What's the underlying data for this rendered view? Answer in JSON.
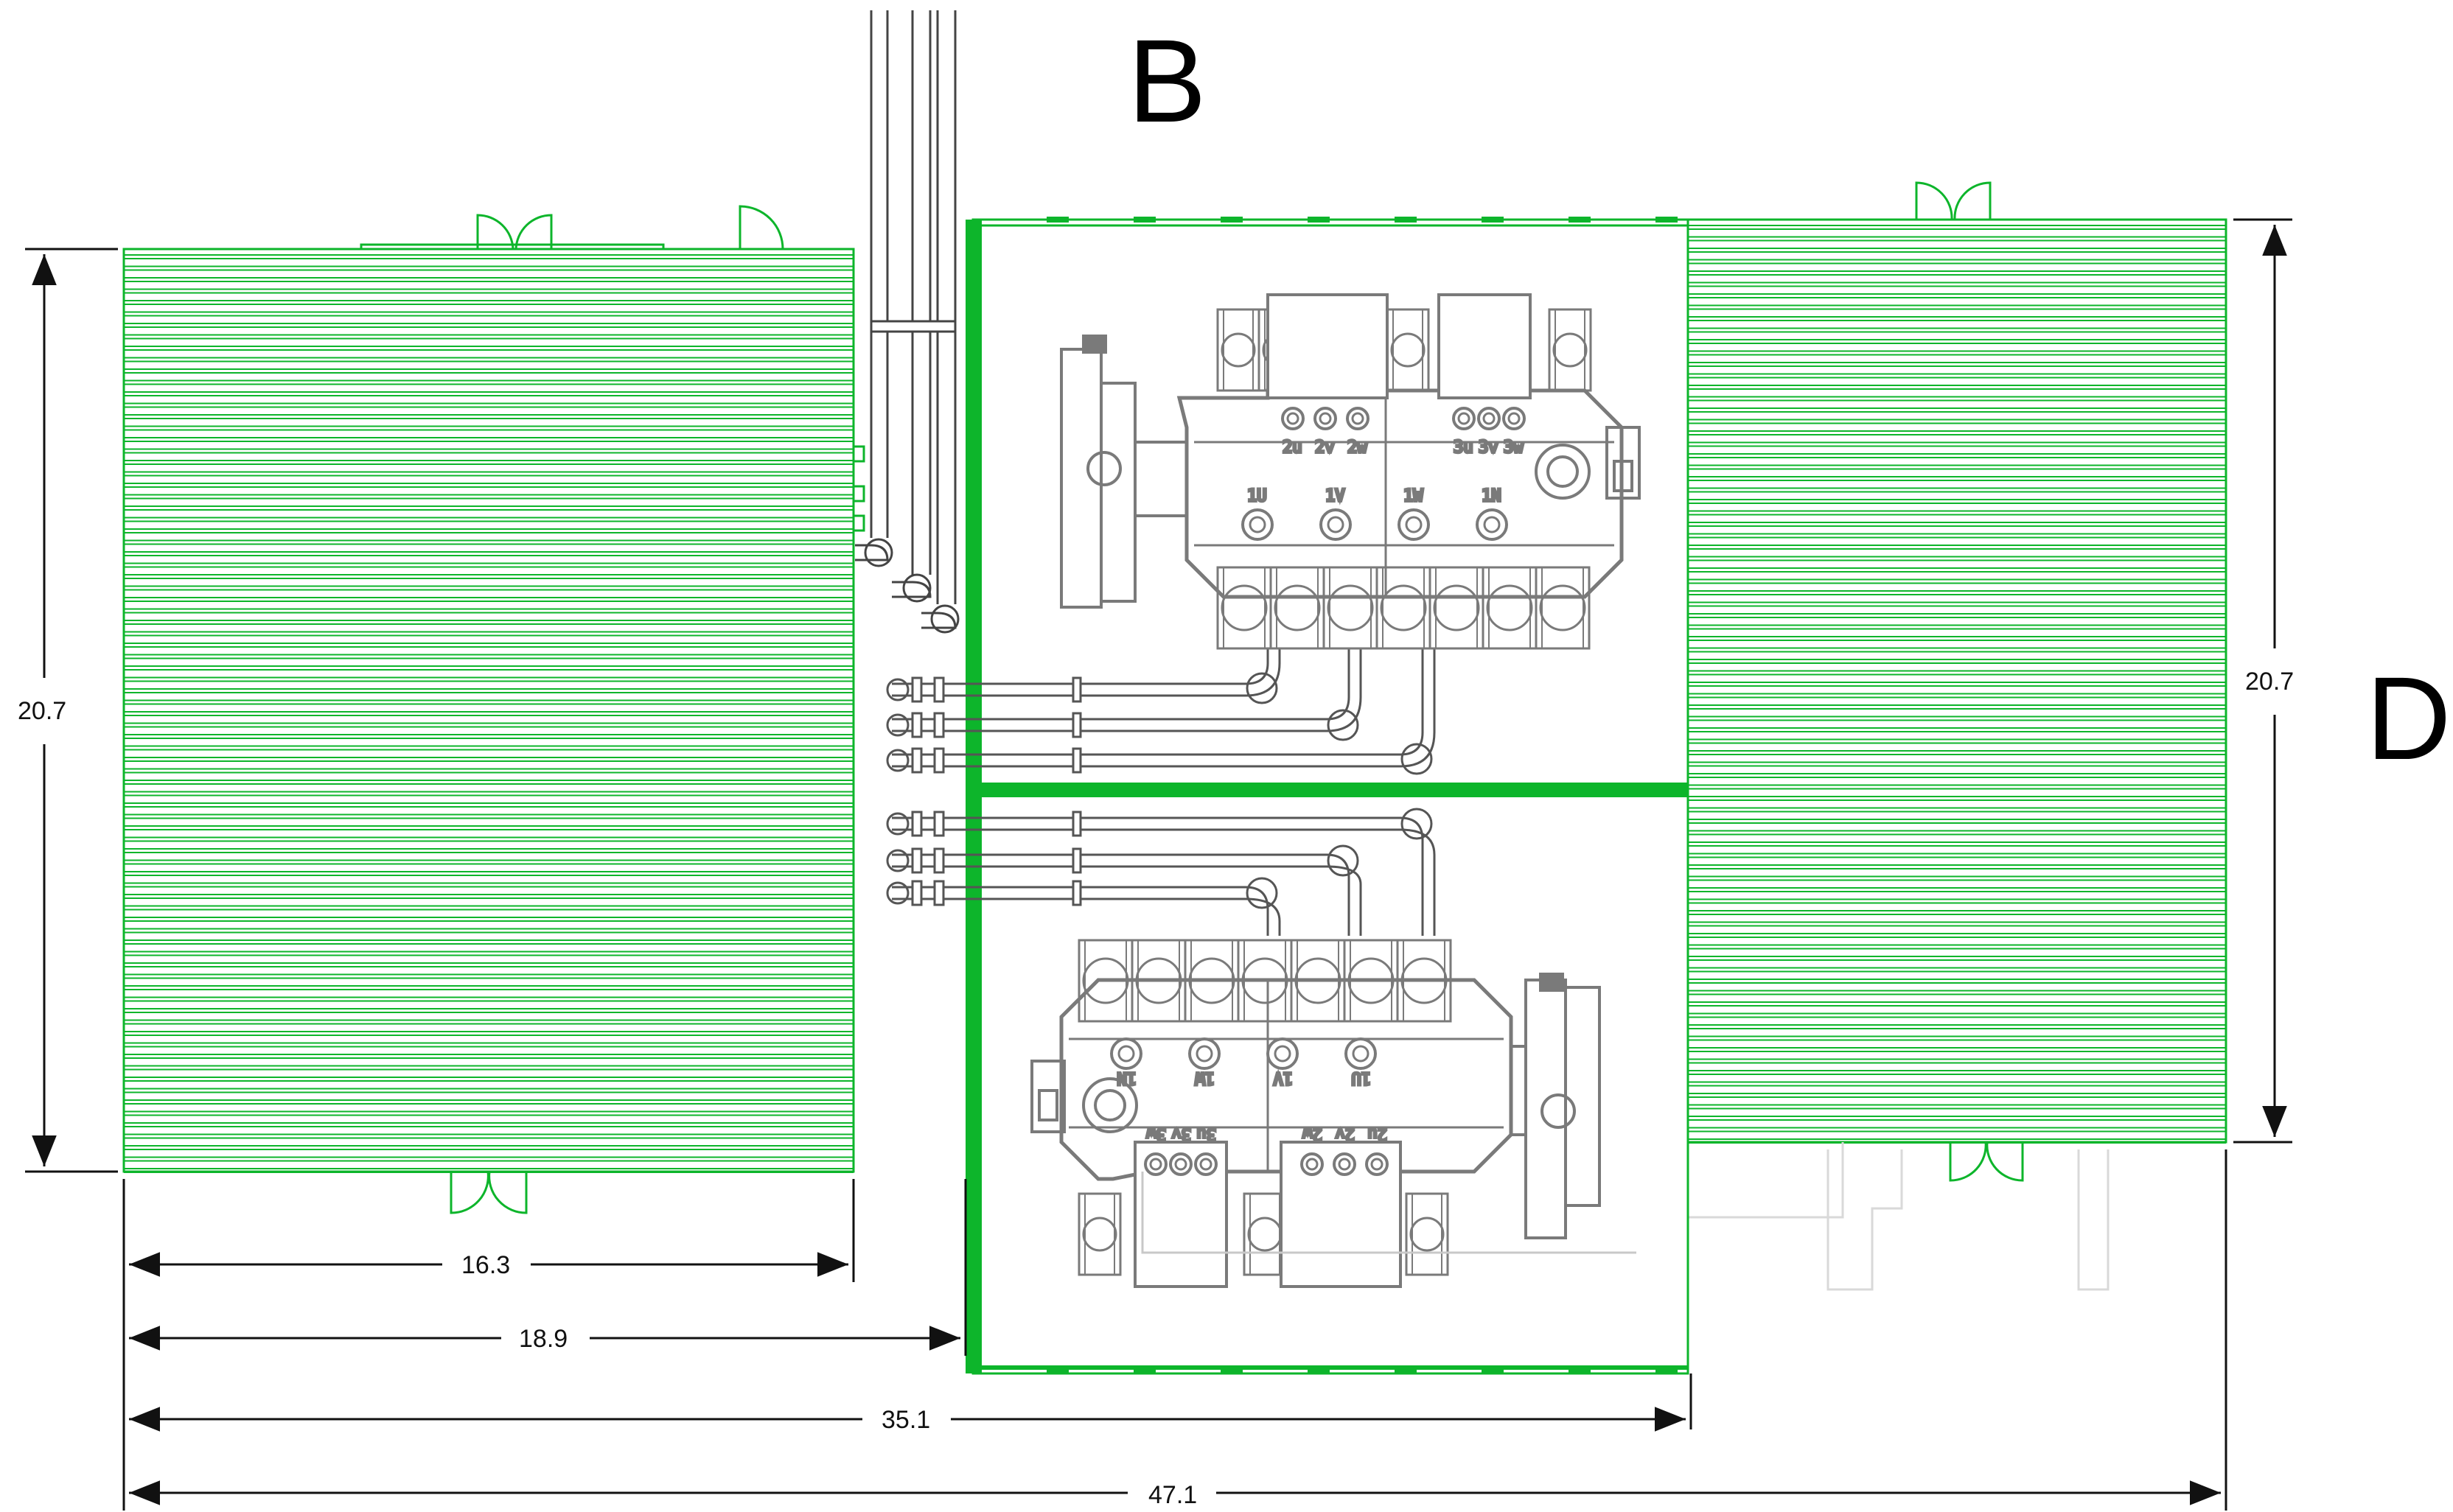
{
  "labels": {
    "north": "B",
    "east": "D"
  },
  "dimensions": {
    "left_height": "20.7",
    "right_height": "20.7",
    "d1": "16.3",
    "d2": "18.9",
    "d3": "35.1",
    "d4": "47.1"
  },
  "transformer_top": {
    "lv_terminals_a": [
      "2u",
      "2v",
      "2w"
    ],
    "lv_terminals_b": [
      "3u",
      "3v",
      "3w"
    ],
    "hv_terminals": [
      "1U",
      "1V",
      "1W",
      "1N"
    ]
  },
  "transformer_bottom": {
    "lv_terminals_a": [
      "3w",
      "3v",
      "3u"
    ],
    "lv_terminals_b": [
      "2w",
      "2v",
      "2u"
    ],
    "hv_terminals": [
      "1N",
      "1W",
      "1V",
      "1U"
    ]
  },
  "colors": {
    "structure_green": "#0db52b",
    "equipment_gray": "#7a7a7a",
    "light_gray": "#c8c8c8",
    "dimension_black": "#111111"
  }
}
